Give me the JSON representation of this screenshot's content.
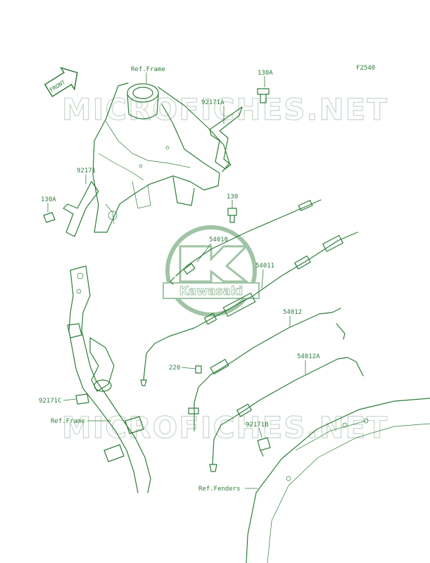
{
  "figure_code": "F2540",
  "front_badge": "FRONT",
  "watermark_text": "MICROFICHES.NET",
  "logo_text": "Kawasaki",
  "labels": {
    "ref_frame_top": "Ref.Frame",
    "p130A_top": "130A",
    "p92171A": "92171A",
    "p92171": "92171",
    "p130A_left": "130A",
    "p130": "130",
    "p54010": "54010",
    "p54011": "54011",
    "p54012": "54012",
    "p54012A": "54012A",
    "p220": "220",
    "p92171C": "92171C",
    "ref_frame_bottom": "Ref.Frame",
    "p92171B": "92171B",
    "ref_fenders": "Ref.Fenders"
  },
  "colors": {
    "line": "#2e7d3a",
    "watermark": "#c9d6cb",
    "background": "#ffffff"
  }
}
